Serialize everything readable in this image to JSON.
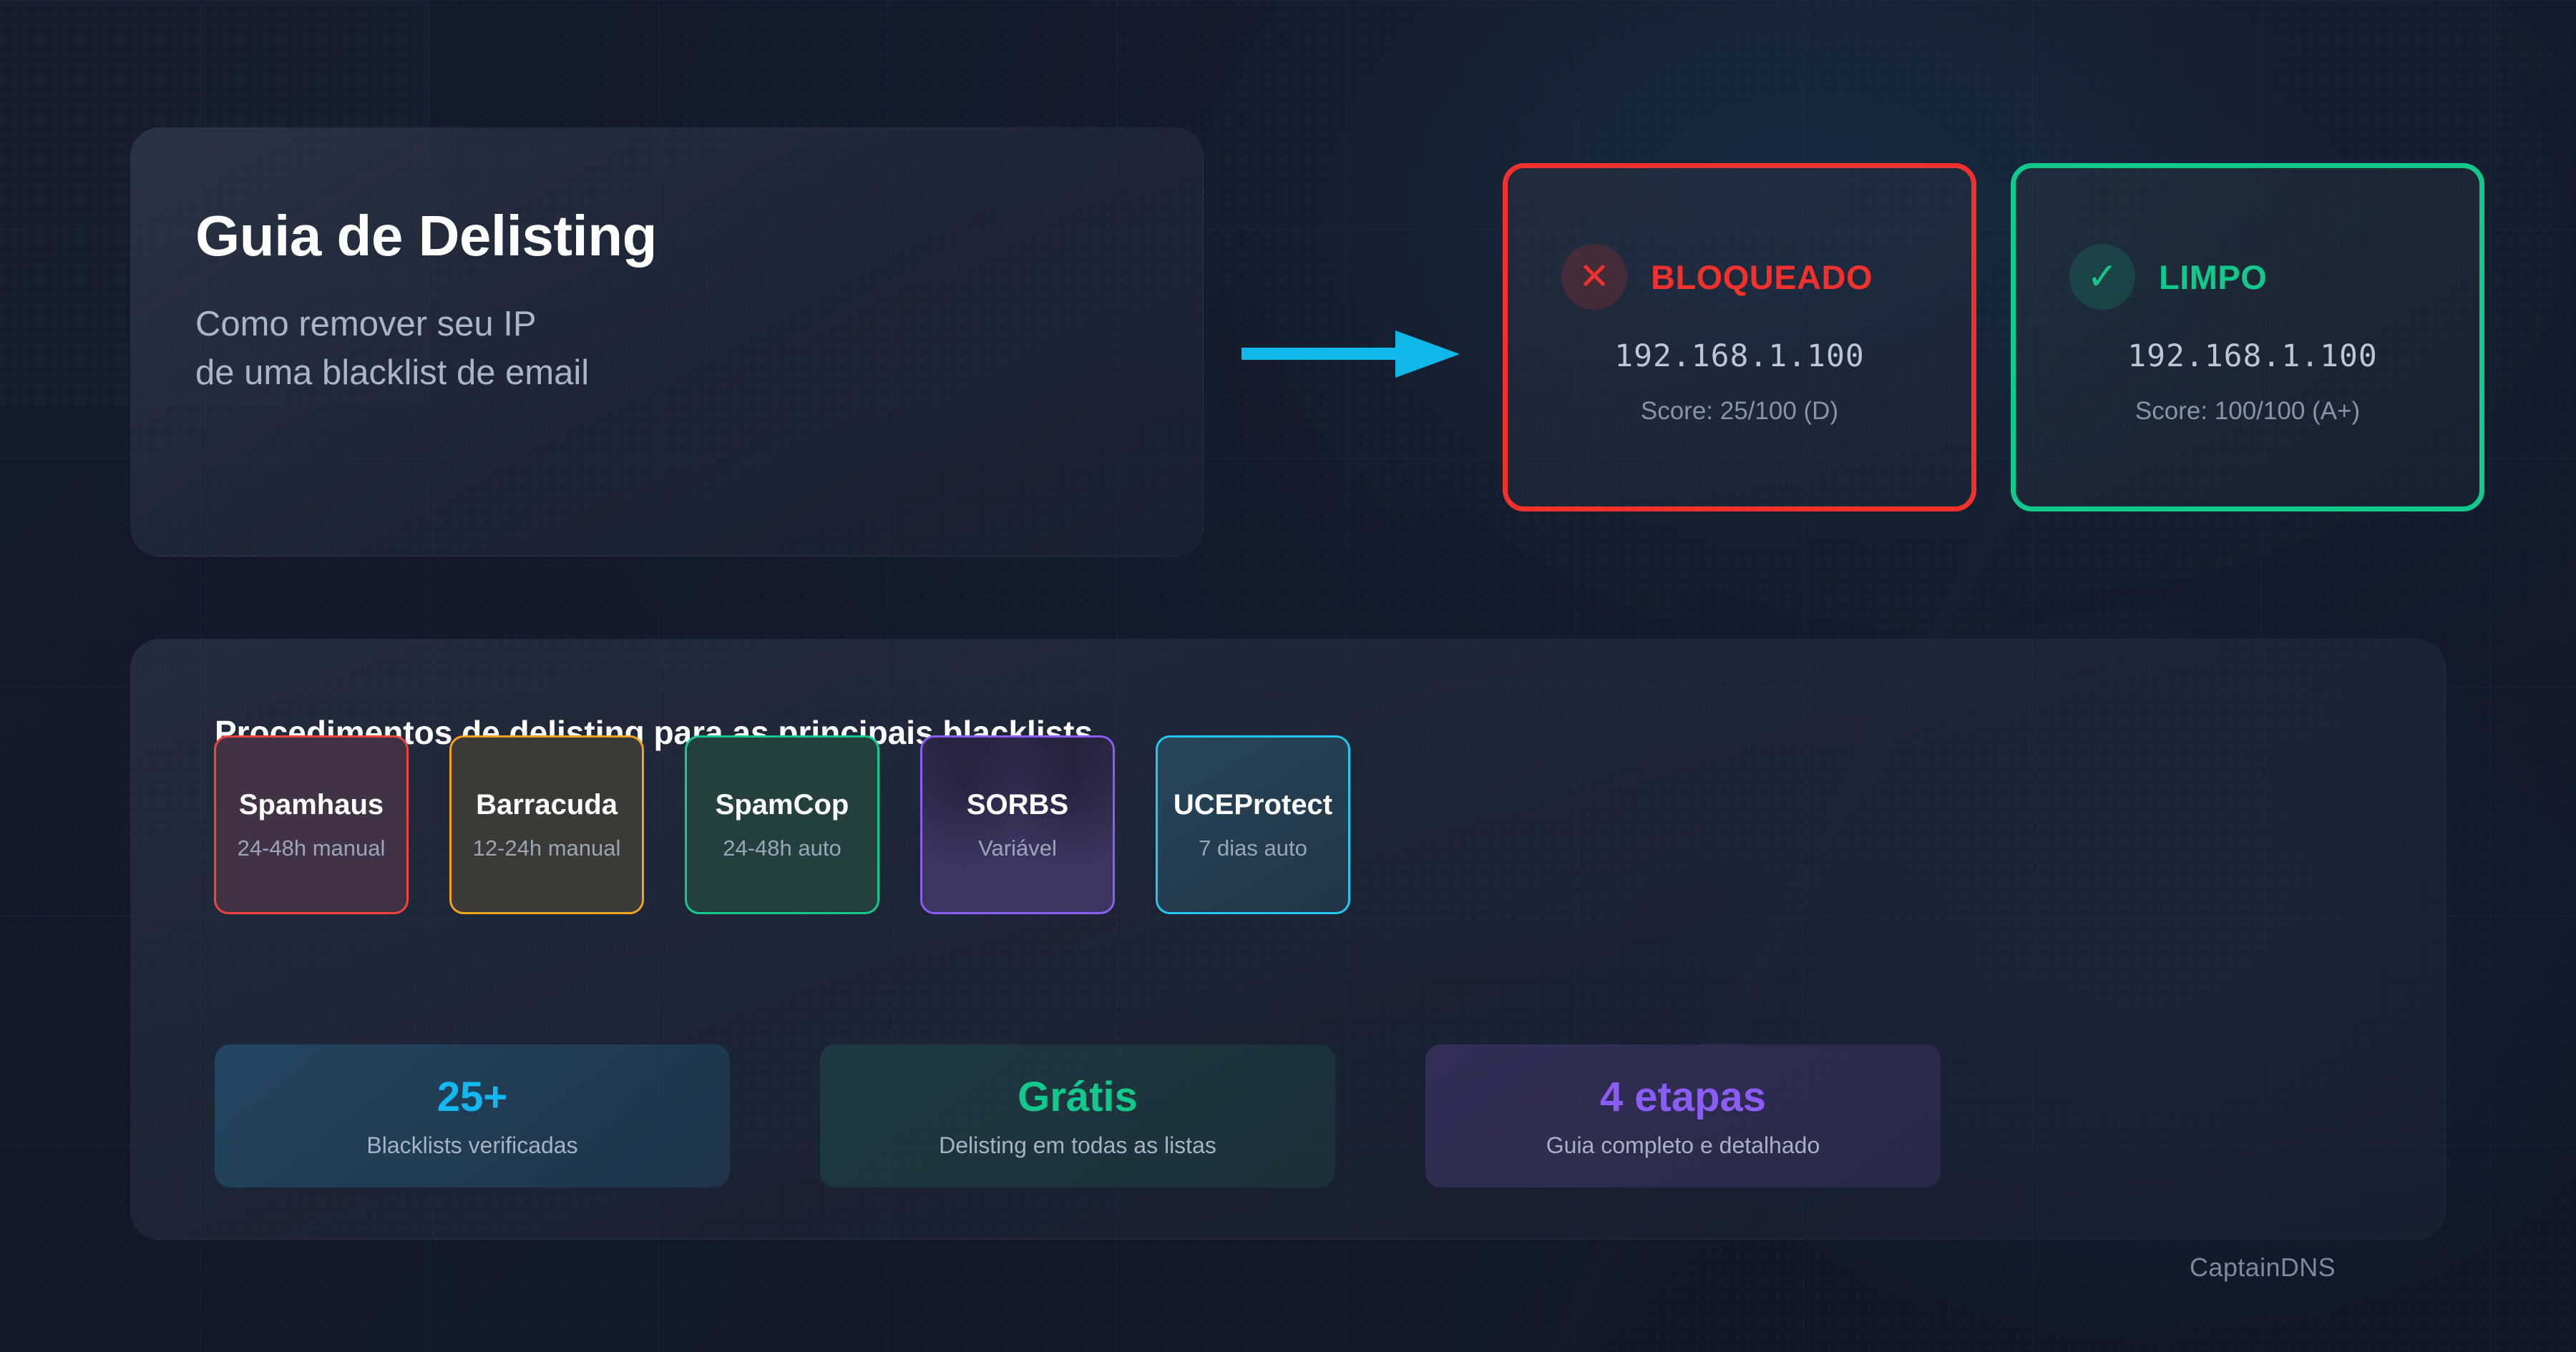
{
  "brand": "CaptainDNS",
  "hero": {
    "title": "Guia de Delisting",
    "subtitle_line1": "Como remover seu IP",
    "subtitle_line2": "de uma blacklist de email"
  },
  "flow": {
    "arrow_icon": "arrow-right-icon",
    "arrow_color": "#0fb8e8"
  },
  "status_cards": [
    {
      "icon": "x-mark-icon",
      "glyph": "✕",
      "label": "BLOQUEADO",
      "ip": "192.168.1.100",
      "score": "Score: 25/100 (D)",
      "color": "#f0322e"
    },
    {
      "icon": "check-mark-icon",
      "glyph": "✓",
      "label": "LIMPO",
      "ip": "192.168.1.100",
      "score": "Score: 100/100 (A+)",
      "color": "#12c88b"
    }
  ],
  "panel": {
    "title": "Procedimentos de delisting para as principais blacklists",
    "blacklists": [
      {
        "name": "Spamhaus",
        "time": "24-48h manual",
        "border": "#f0443c",
        "fill": "#413345"
      },
      {
        "name": "Barracuda",
        "time": "12-24h manual",
        "border": "#f0a31e",
        "fill": "#3b3a36"
      },
      {
        "name": "SpamCop",
        "time": "24-48h auto",
        "border": "#16c98d",
        "fill": "#23403f"
      },
      {
        "name": "SORBS",
        "time": "Variável",
        "border": "#8b5cf6",
        "fill": "#3b3560"
      },
      {
        "name": "UCEProtect",
        "time": "7 dias auto",
        "border": "#22c8f0",
        "fill": "#253c4f"
      }
    ],
    "stats": [
      {
        "value": "25+",
        "label": "Blacklists verificadas",
        "color": "#12b8f0"
      },
      {
        "value": "Grátis",
        "label": "Delisting em todas as listas",
        "color": "#12c88b"
      },
      {
        "value": "4 etapas",
        "label": "Guia completo e detalhado",
        "color": "#8b5cf6"
      }
    ]
  }
}
